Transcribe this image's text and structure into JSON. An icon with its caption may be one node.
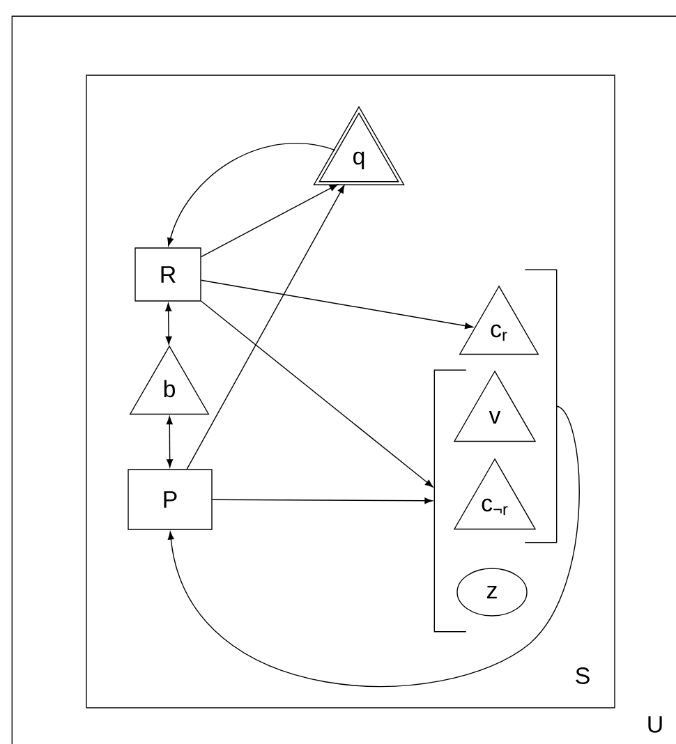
{
  "diagram": {
    "nodes": [
      {
        "text": [
          "U"
        ]
      },
      {
        "text": [
          "S"
        ],
        "in": 0
      },
      {
        "text": [
          "q"
        ],
        "in": 1
      },
      {
        "text": [
          "R"
        ],
        "in": 1
      },
      {
        "text": [
          "b"
        ],
        "in": 1
      },
      {
        "text": [
          "P"
        ],
        "in": 1
      },
      {
        "text": [
          "c$_{r}$"
        ],
        "in": 1
      },
      {
        "text": [],
        "shape": "bracket",
        "in": 1
      },
      {
        "text": [],
        "shape": "bracket",
        "in": 1
      },
      {
        "text": [
          "v"
        ],
        "in": 1
      },
      {
        "text": [
          "c$_{¬r}$"
        ],
        "in": 1
      },
      {
        "text": [
          "z"
        ],
        "in": 1
      }
    ],
    "edges": [
      {
        "from": 2,
        "to": 3,
        "arrow": "to"
      },
      {
        "from": 3,
        "to": 2,
        "arrow": "to"
      },
      {
        "from": 5,
        "to": 2,
        "arrow": "to"
      },
      {
        "from": 3,
        "to": 6,
        "arrow": "to"
      },
      {
        "from": 3,
        "to": 7,
        "arrow": "to"
      },
      {
        "from": 5,
        "to": 7,
        "arrow": "to"
      },
      {
        "from": 3,
        "to": 4,
        "arrow": "both"
      },
      {
        "from": 4,
        "to": 5,
        "arrow": "both"
      },
      {
        "from": 8,
        "to": 5,
        "arrow": "to"
      }
    ]
  }
}
